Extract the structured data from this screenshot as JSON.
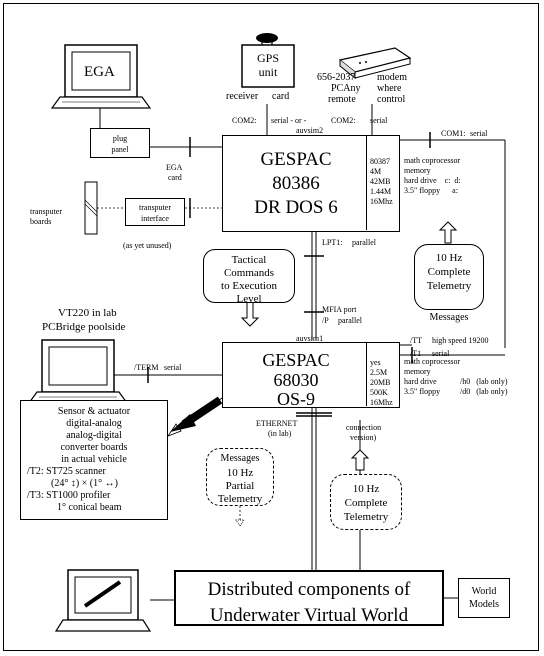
{
  "monitor_ega": {
    "label": "EGA"
  },
  "gps": {
    "line1": "GPS",
    "line2": "unit",
    "receiver": "receiver",
    "card": "card"
  },
  "modem": {
    "line1": "656-2037",
    "line1b": "modem",
    "line2": "PCAny",
    "line2b": "where",
    "line3": "remote",
    "line3b": "control"
  },
  "com_row": {
    "com2_left": "COM2:",
    "serial_or": "serial  - or -",
    "com2_right": "COM2:",
    "serial_right": "serial",
    "com1": "COM1:",
    "com1_serial": "serial"
  },
  "plug_panel": {
    "line1": "plug",
    "line2": "panel"
  },
  "ega_card": {
    "line1": "EGA",
    "line2": "card"
  },
  "transputer": {
    "boards1": "transputer",
    "boards2": "boards",
    "iface1": "transputer",
    "iface2": "interface",
    "unused": "(as yet unused)"
  },
  "auvsim2": {
    "tag": "auvsim2",
    "title1": "GESPAC",
    "title2": "80386",
    "title3": "DR DOS 6",
    "specs": [
      "80387",
      "4M",
      "42MB",
      "1.44M",
      "16Mhz"
    ],
    "spec_desc": [
      "math coprocessor",
      "memory",
      "hard drive    c:  d:",
      "3.5\" floppy      a:",
      ""
    ]
  },
  "lpt1": {
    "label": "LPT1:",
    "type": "parallel"
  },
  "tactical": {
    "line1": "Tactical",
    "line2": "Commands",
    "line3": "to Execution",
    "line4": "Level"
  },
  "telemetry_complete_top": {
    "line1": "10 Hz",
    "line2": "Complete",
    "line3": "Telemetry",
    "line4": "Messages"
  },
  "vt220": {
    "line1": "VT220 in lab",
    "line2": "PCBridge poolside"
  },
  "mfia": {
    "line1": "MFIA port",
    "line2": "/P",
    "line2b": "parallel"
  },
  "tt_link": {
    "tt": "/TT",
    "tt_desc": "high speed 19200",
    "t1": "/T1",
    "t1_desc": "serial"
  },
  "term_link": {
    "label": "/TERM",
    "desc": "serial"
  },
  "auvsim1": {
    "tag": "auvsim1",
    "title1": "GESPAC",
    "title2": "68030",
    "title3": "OS-9",
    "specs": [
      "yes",
      "2.5M",
      "20MB",
      "500K",
      "16Mhz"
    ],
    "spec_desc": [
      "math coprocessor",
      "memory",
      "hard drive",
      "3.5\" floppy",
      ""
    ],
    "spec_dev": [
      "",
      "",
      "/h0   (lab only)",
      "/d0   (lab only)",
      ""
    ]
  },
  "sensor": {
    "lines": [
      "Sensor & actuator",
      "digital-analog",
      "analog-digital",
      "converter boards",
      "in actual vehicle"
    ],
    "t2": "/T2:  ST725 scanner",
    "t2b": "(24° ↕) × (1° ↔)",
    "t3": "/T3:  ST1000 profiler",
    "t3b": "1° conical beam"
  },
  "ethernet": {
    "line1": "ETHERNET",
    "line2": "(in lab)"
  },
  "connection": {
    "line1": "connection",
    "line2": "version)"
  },
  "telemetry_partial": {
    "line0": "Messages",
    "line1": "10 Hz",
    "line2": "Partial",
    "line3": "Telemetry"
  },
  "telemetry_complete_bottom": {
    "line1": "10 Hz",
    "line2": "Complete",
    "line3": "Telemetry"
  },
  "distributed": {
    "line1": "Distributed components of",
    "line2": "Underwater Virtual World"
  },
  "world_models": {
    "line1": "World",
    "line2": "Models"
  }
}
